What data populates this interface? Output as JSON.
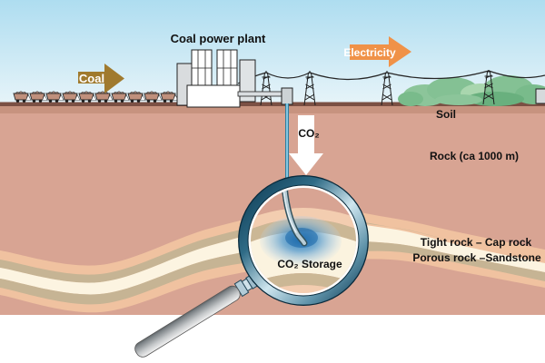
{
  "diagram": {
    "title_context": "Carbon capture and storage schematic",
    "labels": {
      "power_plant": "Coal power plant",
      "coal_arrow": "Coal",
      "electricity_arrow": "Electricity",
      "soil": "Soil",
      "co2": "CO₂",
      "rock_depth": "Rock (ca 1000 m)",
      "tight_rock": "Tight rock – Cap rock",
      "porous_rock": "Porous rock –Sandstone",
      "co2_storage": "CO₂ Storage"
    },
    "colors": {
      "sky_top": "#aeddf0",
      "sky_bottom": "#e7f4f9",
      "rock_pink": "#d8a493",
      "surface_dark": "#7b5044",
      "subsoil": "#c7937f",
      "layer_peach": "#f0c2a0",
      "layer_cap_rock": "#c6b494",
      "layer_sandstone": "#fcf4e1",
      "coal_arrow_brown": "#a07a2e",
      "electricity_orange": "#f09248",
      "co2_plume_blue": "#2b7fc0",
      "pipe_blue": "#8fd0e8",
      "tree_green": "#84c194"
    }
  }
}
